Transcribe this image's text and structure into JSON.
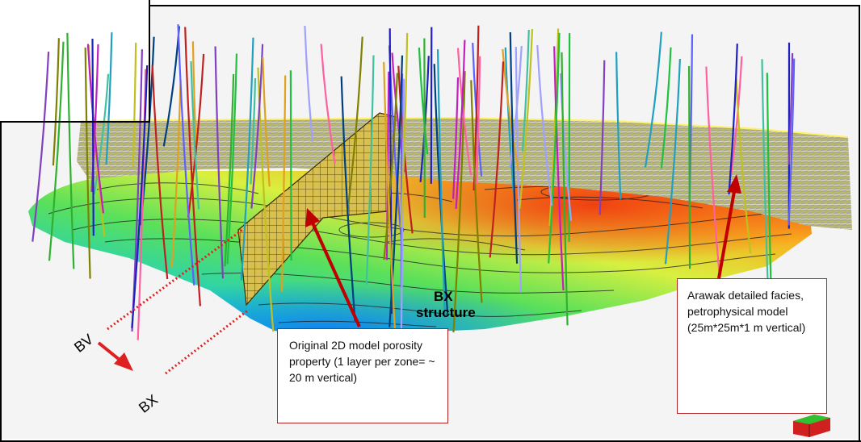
{
  "labels": {
    "bx_structure_line1": "BX",
    "bx_structure_line2": "structure",
    "bv": "BV",
    "bx": "BX"
  },
  "callouts": {
    "original_model": "Original 2D model porosity property (1 layer per zone= ~ 20 m vertical)",
    "arawak_model": "Arawak detailed facies, petrophysical model (25m*25m*1 m vertical)"
  },
  "colors": {
    "callout_border": "#b22222",
    "arrow": "#c00000",
    "dotted_line": "#e02020",
    "frame": "#000000"
  }
}
